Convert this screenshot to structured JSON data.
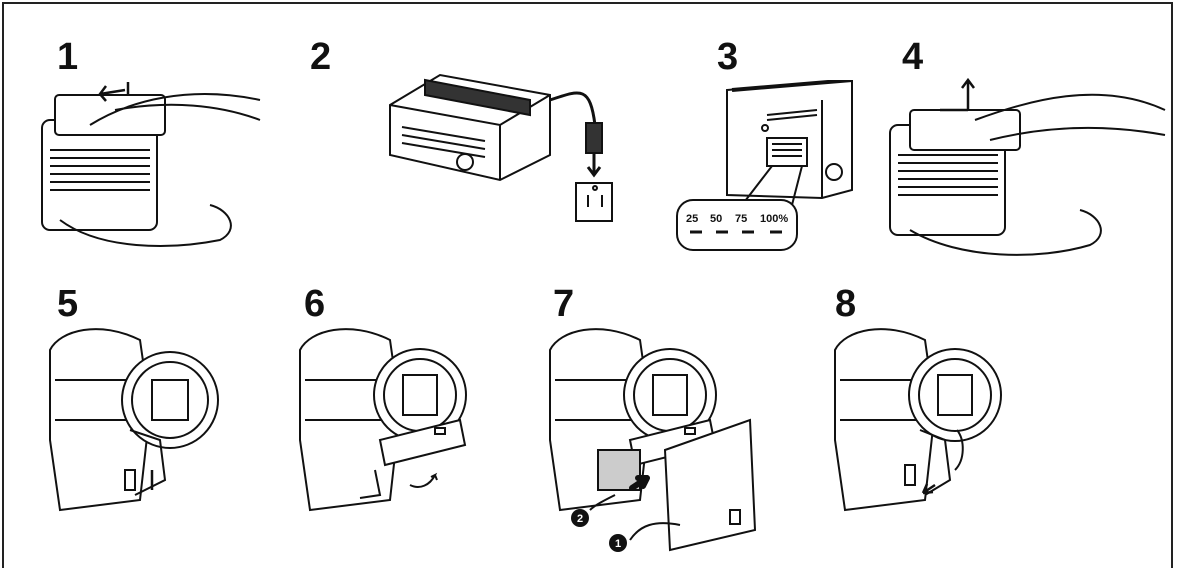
{
  "steps": [
    {
      "number": "1"
    },
    {
      "number": "2"
    },
    {
      "number": "3"
    },
    {
      "number": "4"
    },
    {
      "number": "5"
    },
    {
      "number": "6"
    },
    {
      "number": "7"
    },
    {
      "number": "8"
    }
  ],
  "charge_indicator": {
    "labels": [
      "25",
      "50",
      "75",
      "100%"
    ]
  },
  "callouts": {
    "marker_1": "1",
    "marker_2": "2"
  }
}
